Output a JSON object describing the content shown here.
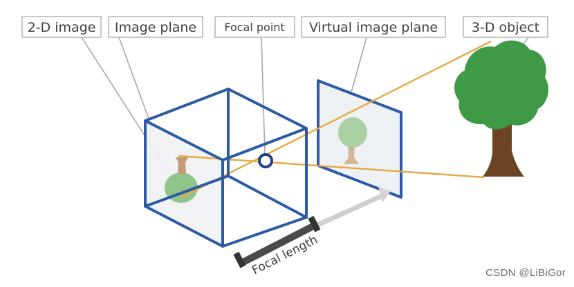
{
  "labels": {
    "image_2d": "2-D image",
    "image_plane": "Image plane",
    "focal_point": "Focal point",
    "virtual_image_plane": "Virtual image plane",
    "object_3d": "3-D object"
  },
  "dimension": {
    "focal_length": "Focal length"
  },
  "watermark": "CSDN @LiBiGor",
  "colors": {
    "cube_edge": "#2c5aa6",
    "ray": "#e7a93e",
    "focal_point_ring": "#1f3f8f",
    "tree_foliage": "#3f9a45",
    "tree_trunk": "#6b4424",
    "focal_length_bar_dark": "#4a4a4a",
    "focal_length_bar_light": "#cfcfcf",
    "label_border": "#b9b9b9"
  }
}
